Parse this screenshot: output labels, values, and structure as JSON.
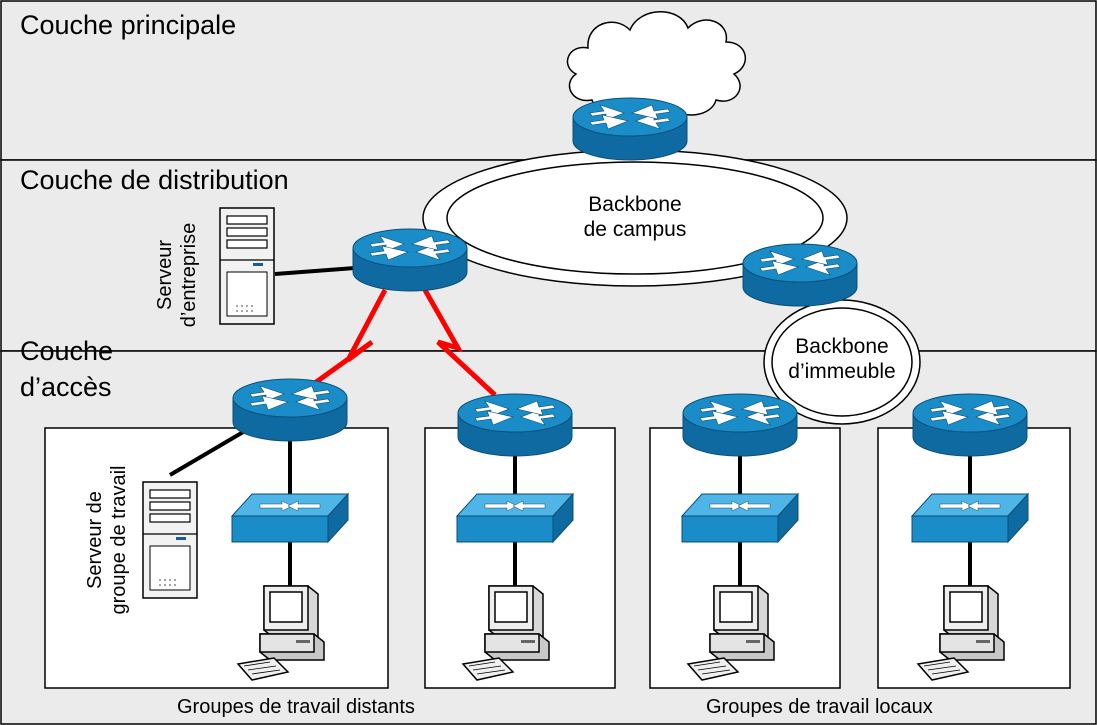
{
  "layers": {
    "core": "Couche principale",
    "distribution": "Couche de distribution",
    "access_line1": "Couche",
    "access_line2": "d’accès"
  },
  "backbones": {
    "campus_line1": "Backbone",
    "campus_line2": "de campus",
    "building_line1": "Backbone",
    "building_line2": "d’immeuble"
  },
  "servers": {
    "enterprise_line1": "Serveur",
    "enterprise_line2": "d’entreprise",
    "workgroup_line1": "Serveur de",
    "workgroup_line2": "groupe de travail"
  },
  "groups": {
    "remote": "Groupes de travail distants",
    "local": "Groupes de travail locaux"
  },
  "colors": {
    "layer_band": "#ebebeb",
    "router_fill": "#1a8cc8",
    "router_dark": "#0e6aa0",
    "wan_link": "#ff0000"
  }
}
